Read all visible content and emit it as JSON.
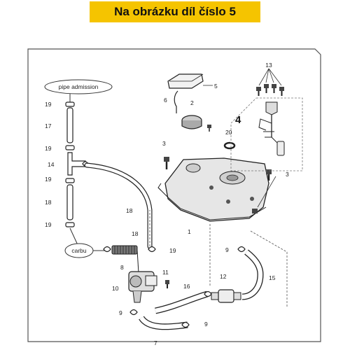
{
  "banner": {
    "text": "Na obrázku díl číslo 5",
    "color": "#f5c400"
  },
  "callouts": {
    "pipe_admission": "pipe admission",
    "carbu": "carbu"
  },
  "labels": {
    "l1": "1",
    "l2": "2",
    "l3a": "3",
    "l3b": "3",
    "l4": "4",
    "l5": "5",
    "l6": "6",
    "l7": "7",
    "l8": "8",
    "l9a": "9",
    "l9b": "9",
    "l9c": "9",
    "l10": "10",
    "l11": "11",
    "l12": "12",
    "l13": "13",
    "l14": "14",
    "l15": "15",
    "l16": "16",
    "l17": "17",
    "l18a": "18",
    "l18b": "18",
    "l18c": "18",
    "l19a": "19",
    "l19b": "19",
    "l19c": "19",
    "l19d": "19",
    "l19e": "19",
    "l20": "20"
  }
}
